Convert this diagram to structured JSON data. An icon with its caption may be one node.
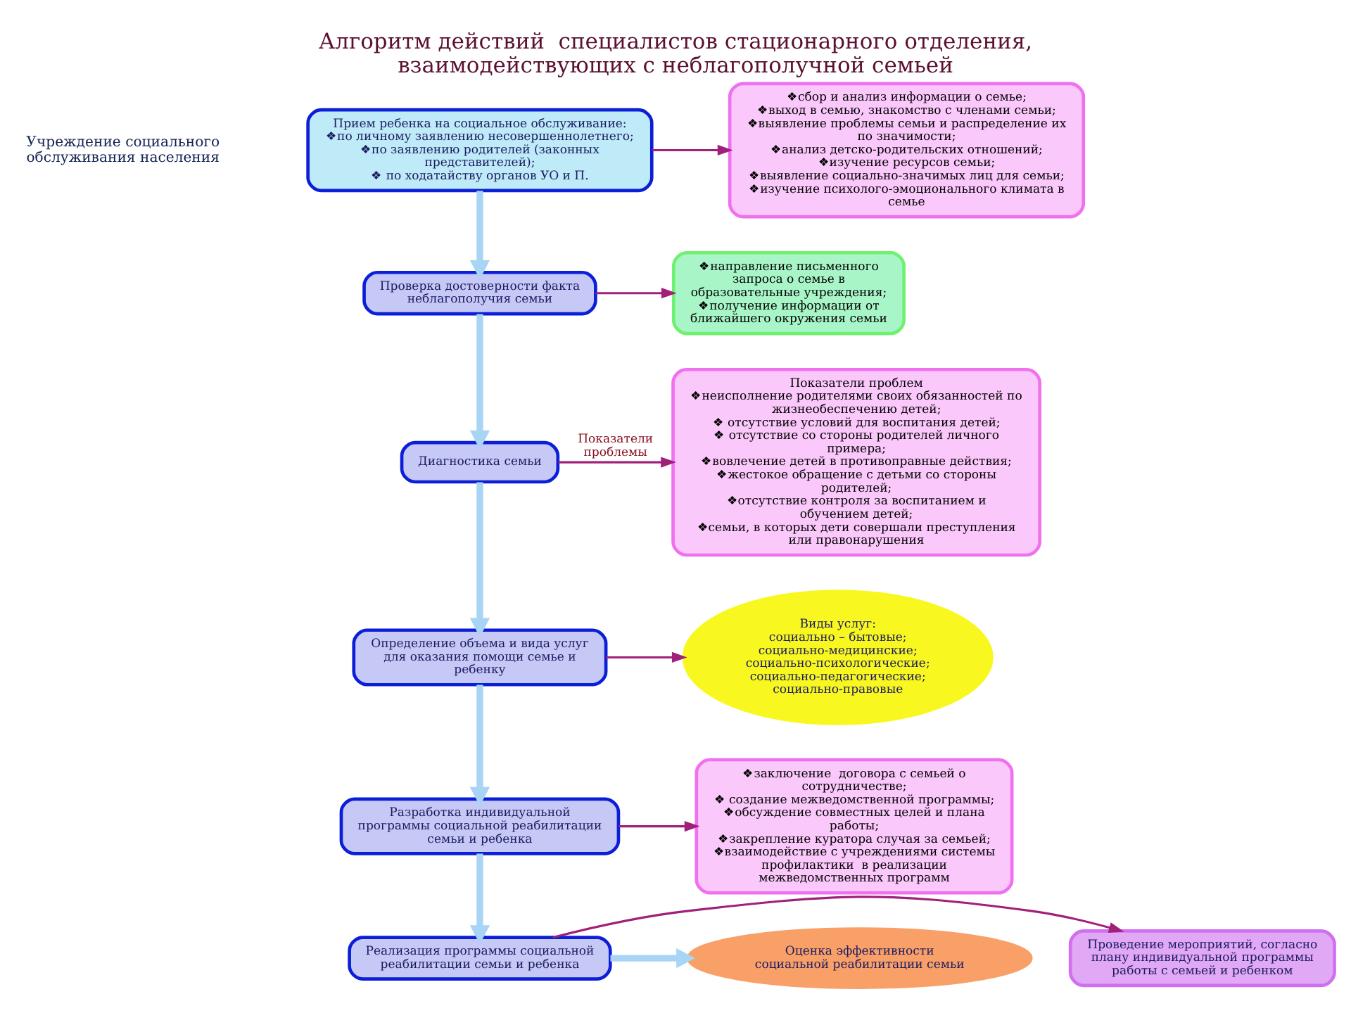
{
  "diagram": {
    "title": "Алгоритм действий  специалистов стационарного отделения, взаимодействующих с неблагополучной семьей",
    "nodes": [
      {
        "text": [
          "Прием ребенка на социальное обслуживание:",
          "❖по личному заявлению несовершеннолетнего;",
          "❖по заявлению родителей (законных представителей);",
          "❖ по ходатайству органов УО и П."
        ]
      },
      {
        "text": [
          "Проверка достоверности факта неблагополучия семьи"
        ]
      },
      {
        "text": [
          "Диагностика семьи"
        ]
      },
      {
        "text": [
          "Определение объема и вида услуг для оказания помощи семье и ребенку"
        ]
      },
      {
        "text": [
          "Разработка индивидуальной программы социальной реабилитации семьи и ребенка"
        ]
      },
      {
        "text": [
          "Реализация программы социальной реабилитации семьи и ребенка"
        ]
      },
      {
        "text": [
          "❖сбор и анализ информации о семье;",
          "❖выход в семью, знакомство с членами семьи;",
          "❖выявление проблемы семьи и распределение их по значимости;",
          "❖анализ детско-родительских отношений;",
          "❖изучение ресурсов семьи;",
          "❖выявление социально-значимых лиц для семьи;",
          "❖изучение психолого-эмоционального климата в семье"
        ]
      },
      {
        "text": [
          "❖направление письменного запроса о семье в образовательные учреждения;",
          "❖получение информации от ближайшего окружения семьи"
        ]
      },
      {
        "text": [
          "Показатели проблем",
          "❖неисполнение родителями своих обязанностей по жизнеобеспечению детей;",
          "❖ отсутствие условий для воспитания детей;",
          "❖ отсутствие со стороны родителей личного примера;",
          "❖вовлечение детей в противоправные действия;",
          "❖жестокое обращение с детьми со стороны родителей;",
          "❖отсутствие контроля за воспитанием и обучением детей;",
          "❖семьи, в которых дети совершали преступления или правонарушения"
        ]
      },
      {
        "text": [
          "Виды услуг:",
          "социально – бытовые;",
          "социально-медицинские;",
          "социально-психологические;",
          "социально-педагогические;",
          "социально-правовые"
        ]
      },
      {
        "text": [
          "❖заключение  договора с семьей о сотрудничестве;",
          "❖ создание межведомственной программы;",
          "❖обсуждение совместных целей и плана работы;",
          "❖закрепление куратора случая за семьей;",
          "❖взаимодействие с учреждениями системы профилактики  в реализации межведомственных программ"
        ]
      },
      {
        "text": [
          "Проведение мероприятий, согласно плану индивидуальной программы работы с семьей и ребенком"
        ]
      },
      {
        "text": [
          "Оценка эффективности социальной реабилитации семьи"
        ]
      }
    ],
    "edges": [
      {
        "from": 0,
        "to": 1,
        "arrow": "to",
        "style": "thick",
        "color": "#a8d4f5"
      },
      {
        "from": 1,
        "to": 2,
        "arrow": "to",
        "style": "thick",
        "color": "#a8d4f5"
      },
      {
        "from": 2,
        "to": 3,
        "arrow": "to",
        "style": "thick",
        "color": "#a8d4f5"
      },
      {
        "from": 3,
        "to": 4,
        "arrow": "to",
        "style": "thick",
        "color": "#a8d4f5"
      },
      {
        "from": 4,
        "to": 5,
        "arrow": "to",
        "style": "thick",
        "color": "#a8d4f5"
      },
      {
        "from": 0,
        "to": 6,
        "arrow": "to",
        "color": "#a0207a"
      },
      {
        "from": 1,
        "to": 7,
        "arrow": "to",
        "color": "#a0207a"
      },
      {
        "from": 2,
        "to": 8,
        "arrow": "to",
        "label": "Показатели проблемы",
        "color": "#a0207a"
      },
      {
        "from": 3,
        "to": 9,
        "arrow": "to",
        "color": "#a0207a"
      },
      {
        "from": 4,
        "to": 10,
        "arrow": "to",
        "color": "#a0207a"
      },
      {
        "from": 5,
        "to": 11,
        "arrow": "to",
        "color": "#a0207a"
      },
      {
        "from": 5,
        "to": 12,
        "arrow": "to",
        "style": "thick",
        "color": "#a8d4f5"
      }
    ],
    "labels": [
      "Учреждение социального обслуживания населения"
    ]
  }
}
